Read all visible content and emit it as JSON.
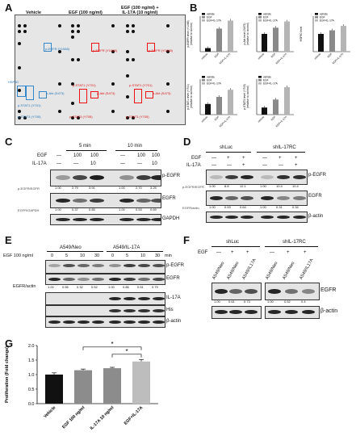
{
  "panels": {
    "A": "A",
    "B": "B",
    "C": "C",
    "D": "D",
    "E": "E",
    "F": "F",
    "G": "G"
  },
  "A": {
    "headers": [
      "Vehicle",
      "EGF (100 ng/ml)",
      "EGF (100 ng/ml) +\nIL-17A (10 ng/ml)"
    ],
    "labels": {
      "egfr1": "p-EGFR (Y1068)",
      "egfr2": "p-EGFR (Y1068)",
      "egfr3": "p-EGFR (Y1068)",
      "stat1_v": "p-STAT1 (Y701)",
      "hsp60_v": "HSP60",
      "akt_v": "p-Akt (S473)",
      "stat3_v": "p-STAT3 (Y705)",
      "stat1_e": "p-STAT1 (Y701)",
      "akt_e": "p-Akt (S473)",
      "stat3_e": "p-STAT3 (Y705)",
      "stat1_c": "p-STAT1 (Y701)",
      "akt_c": "p-Akt (S473)",
      "stat3_c": "p-STAT3 (Y705)"
    }
  },
  "B": {
    "legend": [
      "vehicle",
      "EGF",
      "EGF+IL-17A"
    ],
    "xticks": [
      "vehicle",
      "EGF",
      "EGF+IL-17A"
    ],
    "charts": [
      {
        "ylabel": "p-EGFR level (Y1068)\n(relative to control)",
        "ylim": [
          0,
          2
        ],
        "values": [
          0.2,
          1.3,
          1.75
        ]
      },
      {
        "ylabel": "p-Akt level (S473)\n(relative to control)",
        "ylim": [
          0,
          2
        ],
        "values": [
          1.0,
          1.35,
          1.7
        ]
      },
      {
        "ylabel": "HSP60 level",
        "ylim": [
          0,
          2
        ],
        "values": [
          1.0,
          1.2,
          1.45
        ]
      },
      {
        "ylabel": "p-STAT1 level (Y701)\n(relative to control)",
        "ylim": [
          0,
          2
        ],
        "values": [
          0.6,
          1.0,
          1.4
        ]
      },
      {
        "ylabel": "p-STAT3 level (Y705)\n(relative to control)",
        "ylim": [
          0,
          2
        ],
        "values": [
          0.4,
          0.85,
          1.55
        ]
      }
    ]
  },
  "C": {
    "times": [
      "5 min",
      "10 min"
    ],
    "egf_label": "EGF",
    "il_label": "IL-17A",
    "egf": [
      "—",
      "100",
      "100",
      "—",
      "100",
      "100"
    ],
    "il": [
      "—",
      "—",
      "10",
      "—",
      "—",
      "10"
    ],
    "bands": [
      "p-EGFR",
      "EGFR",
      "GAPDH"
    ],
    "ratio1_label": "p-EGFR/EGFR",
    "ratio1": [
      "1.00",
      "2.79",
      "3.91",
      "1.00",
      "2.70",
      "3.25"
    ],
    "ratio2_label": "EGFR/GAPDH",
    "ratio2": [
      "1.00",
      "0.37",
      "0.85",
      "1.00",
      "0.53",
      "0.69"
    ]
  },
  "D": {
    "groups": [
      "shLuc",
      "shIL-17RC"
    ],
    "egf_label": "EGF",
    "il_label": "IL-17A",
    "egf": [
      "—",
      "+",
      "+",
      "—",
      "+",
      "+"
    ],
    "il": [
      "—",
      "—",
      "+",
      "—",
      "—",
      "+"
    ],
    "bands": [
      "p-EGFR",
      "EGFR",
      "β-actin"
    ],
    "ratio1_label": "p-EGFR/EGFR",
    "ratio1": [
      "1.00",
      "8.8",
      "12.1",
      "1.00",
      "10.4",
      "10.4"
    ],
    "ratio2_label": "EGFR/actin",
    "ratio2": [
      "1.00",
      "0.53",
      "0.64",
      "1.00",
      "0.31",
      "0.34"
    ]
  },
  "E": {
    "groups": [
      "A549/Neo",
      "A549/IL-17A"
    ],
    "egf_label": "EGF 100 ng/ml",
    "times": [
      "0",
      "5",
      "10",
      "30",
      "0",
      "5",
      "10",
      "30"
    ],
    "unit": "min",
    "bands": [
      "p-EGFR",
      "EGFR",
      "IL-17A",
      "His",
      "β-actin"
    ],
    "ratio_label": "EGFR/actin",
    "ratio": [
      "1.00",
      "0.56",
      "0.32",
      "0.52",
      "1.00",
      "0.86",
      "0.51",
      "0.79"
    ]
  },
  "F": {
    "groups": [
      "shLuc",
      "shIL-17RC"
    ],
    "egf_label": "EGF",
    "egf": [
      "—",
      "+",
      "+",
      "—",
      "+",
      "+"
    ],
    "lanes": [
      "A549/Neo",
      "A549/Neo",
      "A549/IL17A",
      "A549/Neo",
      "A549/Neo",
      "A549/IL17A"
    ],
    "bands": [
      "EGFR",
      "β-actin"
    ],
    "ratio": [
      "1.00",
      "0.61",
      "0.73",
      "1.00",
      "0.52",
      "0.4"
    ]
  },
  "G": {
    "chart_data": {
      "type": "bar",
      "categories": [
        "Vehicle",
        "EGF 100 ng/ml",
        "IL-17A 10 ng/ml",
        "EGF+IL-17A"
      ],
      "values": [
        1.0,
        1.15,
        1.22,
        1.45
      ],
      "errors": [
        0.06,
        0.04,
        0.03,
        0.07
      ],
      "ylabel": "Proliferation (Fold change)",
      "ylim": [
        0.0,
        2.0
      ],
      "yticks": [
        "0.0",
        "0.5",
        "1.0",
        "1.5",
        "2.0"
      ],
      "significance": [
        "*",
        "*"
      ]
    }
  }
}
